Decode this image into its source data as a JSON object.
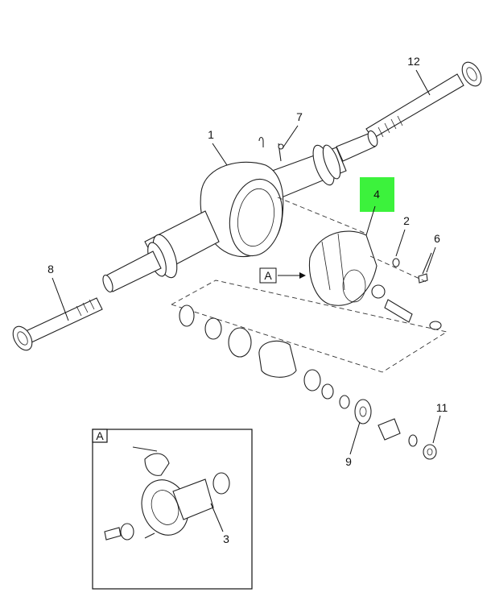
{
  "callouts": {
    "c1": "1",
    "c2": "2",
    "c3": "3",
    "c4": "4",
    "c6": "6",
    "c7": "7",
    "c8": "8",
    "c9": "9",
    "c11": "11",
    "c12": "12"
  },
  "detail_ref": {
    "pointer_label": "A",
    "inset_label": "A"
  },
  "colors": {
    "highlight": "#3cf23c",
    "line": "#222222",
    "background": "#ffffff"
  }
}
